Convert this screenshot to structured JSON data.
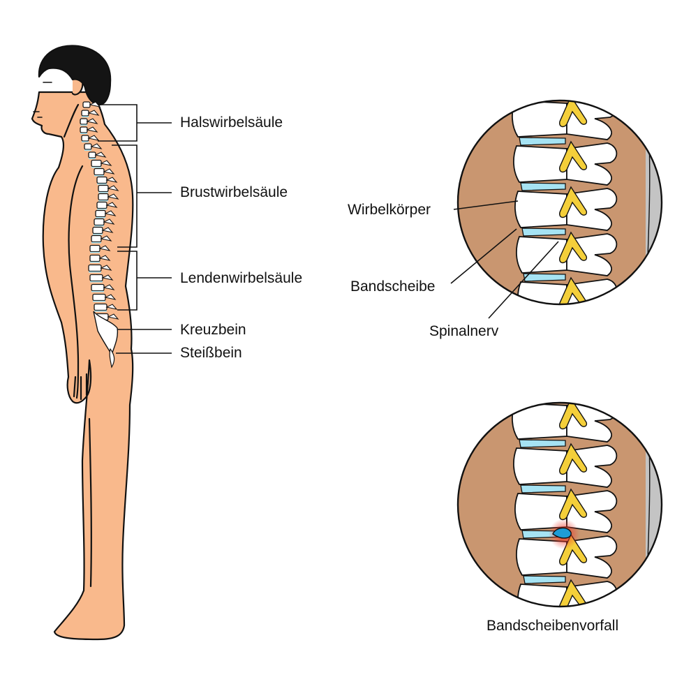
{
  "spine_regions": [
    {
      "key": "cervical",
      "label": "Halswirbelsäule"
    },
    {
      "key": "thoracic",
      "label": "Brustwirbelsäule"
    },
    {
      "key": "lumbar",
      "label": "Lendenwirbelsäule"
    },
    {
      "key": "sacrum",
      "label": "Kreuzbein"
    },
    {
      "key": "coccyx",
      "label": "Steißbein"
    }
  ],
  "detail_labels": {
    "vertebral_body": "Wirbelkörper",
    "disc": "Bandscheibe",
    "spinal_nerve": "Spinalnerv"
  },
  "herniation_label": "Bandscheibenvorfall",
  "colors": {
    "skin": "#f9b98c",
    "hair": "#141414",
    "bone": "#ffffff",
    "disc": "#a6e3f3",
    "nerve": "#f4cf3a",
    "tissue": "#c99670",
    "outline": "#111111",
    "inflammation": "#ee3a2a",
    "disc_bulge": "#1e9cd6"
  }
}
